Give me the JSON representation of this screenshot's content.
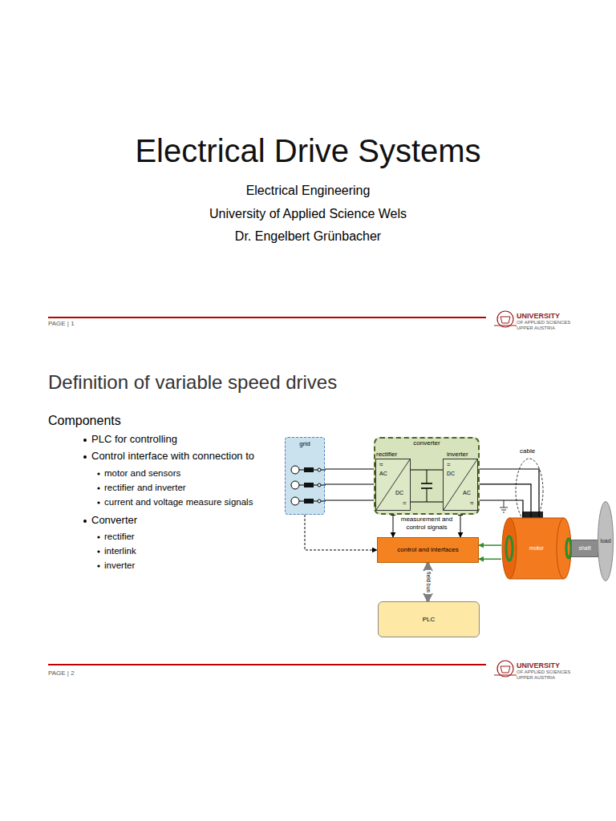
{
  "diagram": {
    "title": "Electrical Drive Systems",
    "nodes": [
      {
        "text": [
          "grid"
        ]
      },
      {
        "text": [
          "converter"
        ]
      },
      {
        "text": [
          "rectifier",
          "≈",
          "AC",
          "DC",
          "="
        ],
        "in": 1
      },
      {
        "text": [
          "inverter",
          "=",
          "DC",
          "AC",
          "≈"
        ],
        "in": 1
      },
      {
        "text": [
          "control and interfaces"
        ]
      },
      {
        "text": [
          "PLC"
        ]
      },
      {
        "text": [
          "motor"
        ]
      },
      {
        "text": [
          "shaft"
        ]
      },
      {
        "text": [
          "load"
        ]
      }
    ],
    "edges": [
      {
        "from": 0,
        "to": 2,
        "arrow": "none"
      },
      {
        "from": 3,
        "to": 6,
        "arrow": "none"
      },
      {
        "from": 0,
        "to": 4,
        "arrow": "to"
      },
      {
        "from": 2,
        "to": 4,
        "arrow": "both"
      },
      {
        "from": 3,
        "to": 4,
        "arrow": "both"
      },
      {
        "from": 6,
        "to": 4,
        "arrow": "to"
      },
      {
        "from": 4,
        "to": 5,
        "label": "field bus",
        "arrow": "both"
      }
    ],
    "labels": [
      "Electrical Engineering",
      "University of Applied Science Wels",
      "Dr. Engelbert Grünbacher",
      "PAGE | 1",
      "UNIVERSITY",
      "OF APPLIED SCIENCES",
      "UPPER AUSTRIA",
      "Definition of variable speed drives",
      "Components",
      "PLC for controlling",
      "Control interface with connection to",
      "motor and sensors",
      "rectifier and inverter",
      "current and voltage measure signals",
      "Converter",
      "rectifier",
      "interlink",
      "inverter",
      "measurement and control signals",
      "cable",
      "PAGE | 2",
      "UNIVERSITY",
      "OF APPLIED SCIENCES",
      "UPPER AUSTRIA"
    ]
  }
}
